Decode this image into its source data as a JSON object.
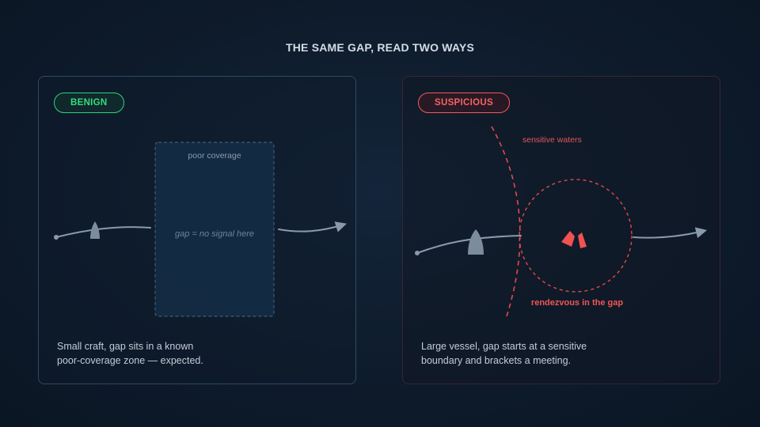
{
  "title": "THE SAME GAP, READ TWO WAYS",
  "benign": {
    "badge": "BENIGN",
    "zone_label": "poor coverage",
    "gap_label": "gap = no signal here",
    "caption_line1": "Small craft, gap sits in a known",
    "caption_line2": "poor-coverage zone — expected."
  },
  "suspicious": {
    "badge": "SUSPICIOUS",
    "boundary_label": "sensitive waters",
    "meeting_label": "rendezvous in the gap",
    "caption_line1": "Large vessel, gap starts at a sensitive",
    "caption_line2": "boundary and brackets a meeting."
  },
  "colors": {
    "benign": "#33dd7f",
    "suspicious": "#f36464",
    "track": "#8a9aab",
    "vessel": "#7d8c9c"
  }
}
